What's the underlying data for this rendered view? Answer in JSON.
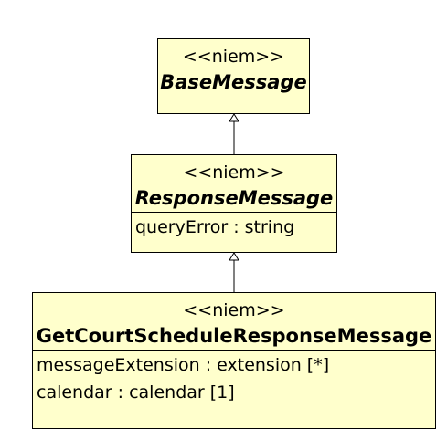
{
  "diagram": {
    "classes": [
      {
        "stereotype": "<<niem>>",
        "name": "BaseMessage",
        "attributes": []
      },
      {
        "stereotype": "<<niem>>",
        "name": "ResponseMessage",
        "attributes": [
          "queryError : string"
        ]
      },
      {
        "stereotype": "<<niem>>",
        "name": "GetCourtScheduleResponseMessage",
        "attributes": [
          "messageExtension : extension [*]",
          "calendar : calendar [1]"
        ]
      }
    ],
    "relationships": [
      {
        "type": "generalization",
        "from": "ResponseMessage",
        "to": "BaseMessage"
      },
      {
        "type": "generalization",
        "from": "GetCourtScheduleResponseMessage",
        "to": "ResponseMessage"
      }
    ],
    "colors": {
      "class_fill": "#ffffcc",
      "class_border": "#000000",
      "connector": "#000000"
    }
  }
}
